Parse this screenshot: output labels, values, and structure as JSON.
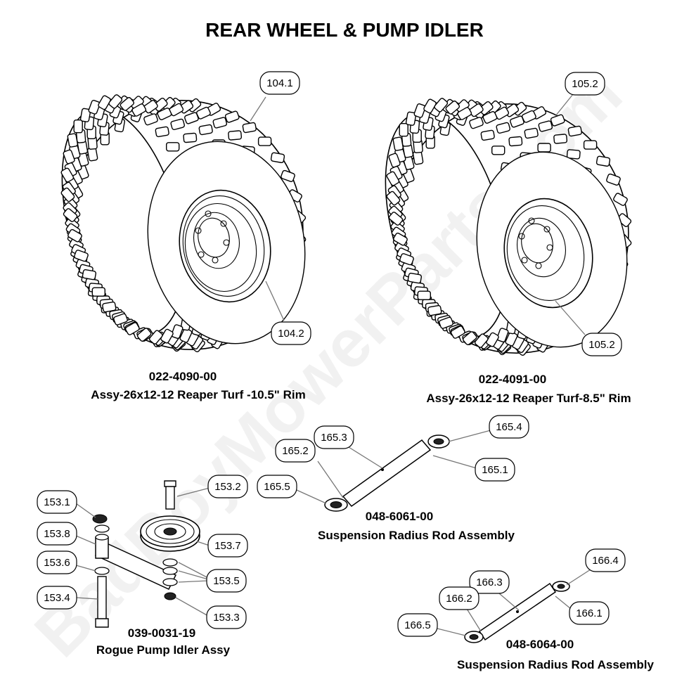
{
  "title": "REAR WHEEL & PUMP IDLER",
  "watermark": "BadBoyMowerParts.com",
  "assemblies": {
    "wheel_left": {
      "part_number": "022-4090-00",
      "description": "Assy-26x12-12 Reaper Turf -10.5\" Rim"
    },
    "wheel_right": {
      "part_number": "022-4091-00",
      "description": "Assy-26x12-12 Reaper Turf-8.5\" Rim"
    },
    "rod_upper": {
      "part_number": "048-6061-00",
      "description": "Suspension Radius Rod Assembly"
    },
    "rod_lower": {
      "part_number": "048-6064-00",
      "description": "Suspension Radius Rod Assembly"
    },
    "idler": {
      "part_number": "039-0031-19",
      "description": "Rogue Pump Idler Assy"
    }
  },
  "callouts": {
    "c104_1": "104.1",
    "c104_2": "104.2",
    "c105_2a": "105.2",
    "c105_2b": "105.2",
    "c165_4": "165.4",
    "c165_3": "165.3",
    "c165_2": "165.2",
    "c165_5": "165.5",
    "c165_1": "165.1",
    "c153_1": "153.1",
    "c153_8": "153.8",
    "c153_6": "153.6",
    "c153_4": "153.4",
    "c153_2": "153.2",
    "c153_7": "153.7",
    "c153_5": "153.5",
    "c153_3": "153.3",
    "c166_4": "166.4",
    "c166_3": "166.3",
    "c166_2": "166.2",
    "c166_1": "166.1",
    "c166_5": "166.5"
  }
}
